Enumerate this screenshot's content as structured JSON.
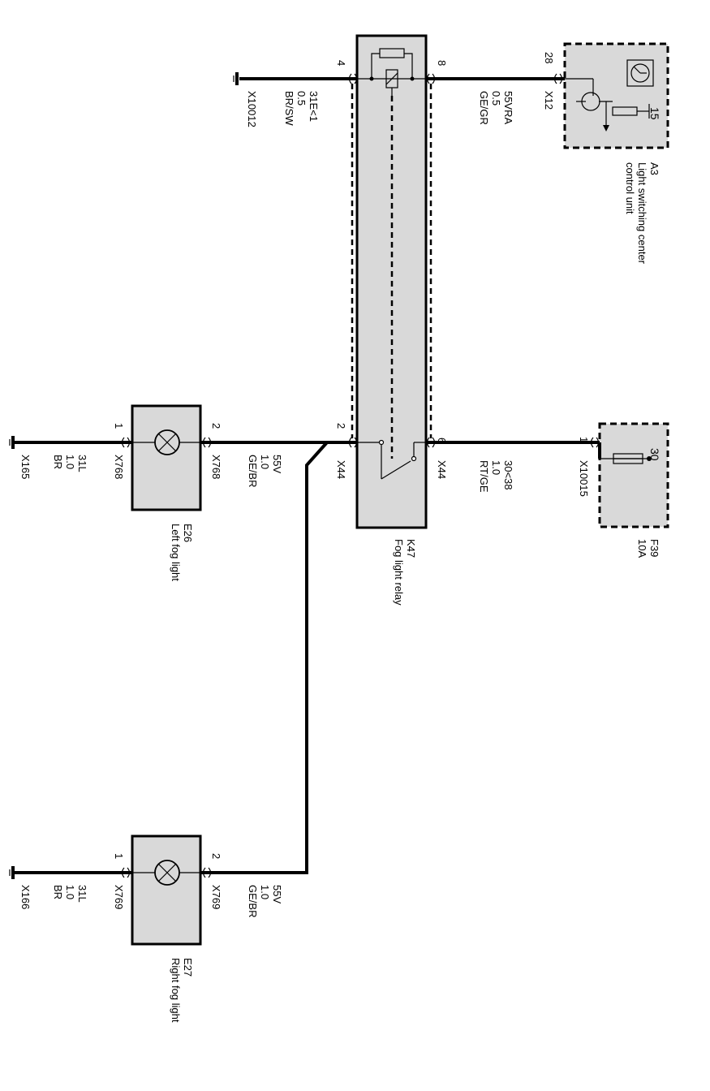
{
  "components": {
    "k47": {
      "id": "K47",
      "name": "Fog light relay"
    },
    "a3": {
      "id": "A3",
      "name": "Light switching center control unit",
      "name_line1": "Light switching center",
      "name_line2": "control unit",
      "pin_28": "28",
      "pin_15": "15"
    },
    "f39": {
      "id": "F39",
      "rating": "10A",
      "pin_30": "30",
      "pin_1": "1"
    },
    "e26": {
      "id": "E26",
      "name": "Left fog light",
      "pin_1": "1",
      "pin_2": "2"
    },
    "e27": {
      "id": "E27",
      "name": "Right fog light",
      "pin_1": "1",
      "pin_2": "2"
    }
  },
  "relay_pins": {
    "p4": "4",
    "p8": "8",
    "p2": "2",
    "p6": "6"
  },
  "wires": {
    "ground_top": {
      "code": "31E<1",
      "size": "0.5",
      "color": "BR/SW",
      "connector": "X10012"
    },
    "a3_to_relay": {
      "code": "55VRA",
      "size": "0.5",
      "color": "GE/GR",
      "connector": "X12"
    },
    "fuse_to_relay": {
      "code": "30<38",
      "size": "1.0",
      "color": "RT/GE",
      "connector": "X44",
      "fuse_connector": "X10015"
    },
    "relay_out": {
      "connector": "X44"
    },
    "left_feed": {
      "code": "55V",
      "size": "1.0",
      "color": "GE/BR",
      "connector": "X768"
    },
    "left_ground": {
      "code": "31L",
      "size": "1.0",
      "color": "BR",
      "connector": "X768",
      "ground": "X165"
    },
    "right_feed": {
      "code": "55V",
      "size": "1.0",
      "color": "GE/BR",
      "connector": "X769"
    },
    "right_ground": {
      "code": "31L",
      "size": "1.0",
      "color": "BR",
      "connector": "X769",
      "ground": "X166"
    }
  }
}
